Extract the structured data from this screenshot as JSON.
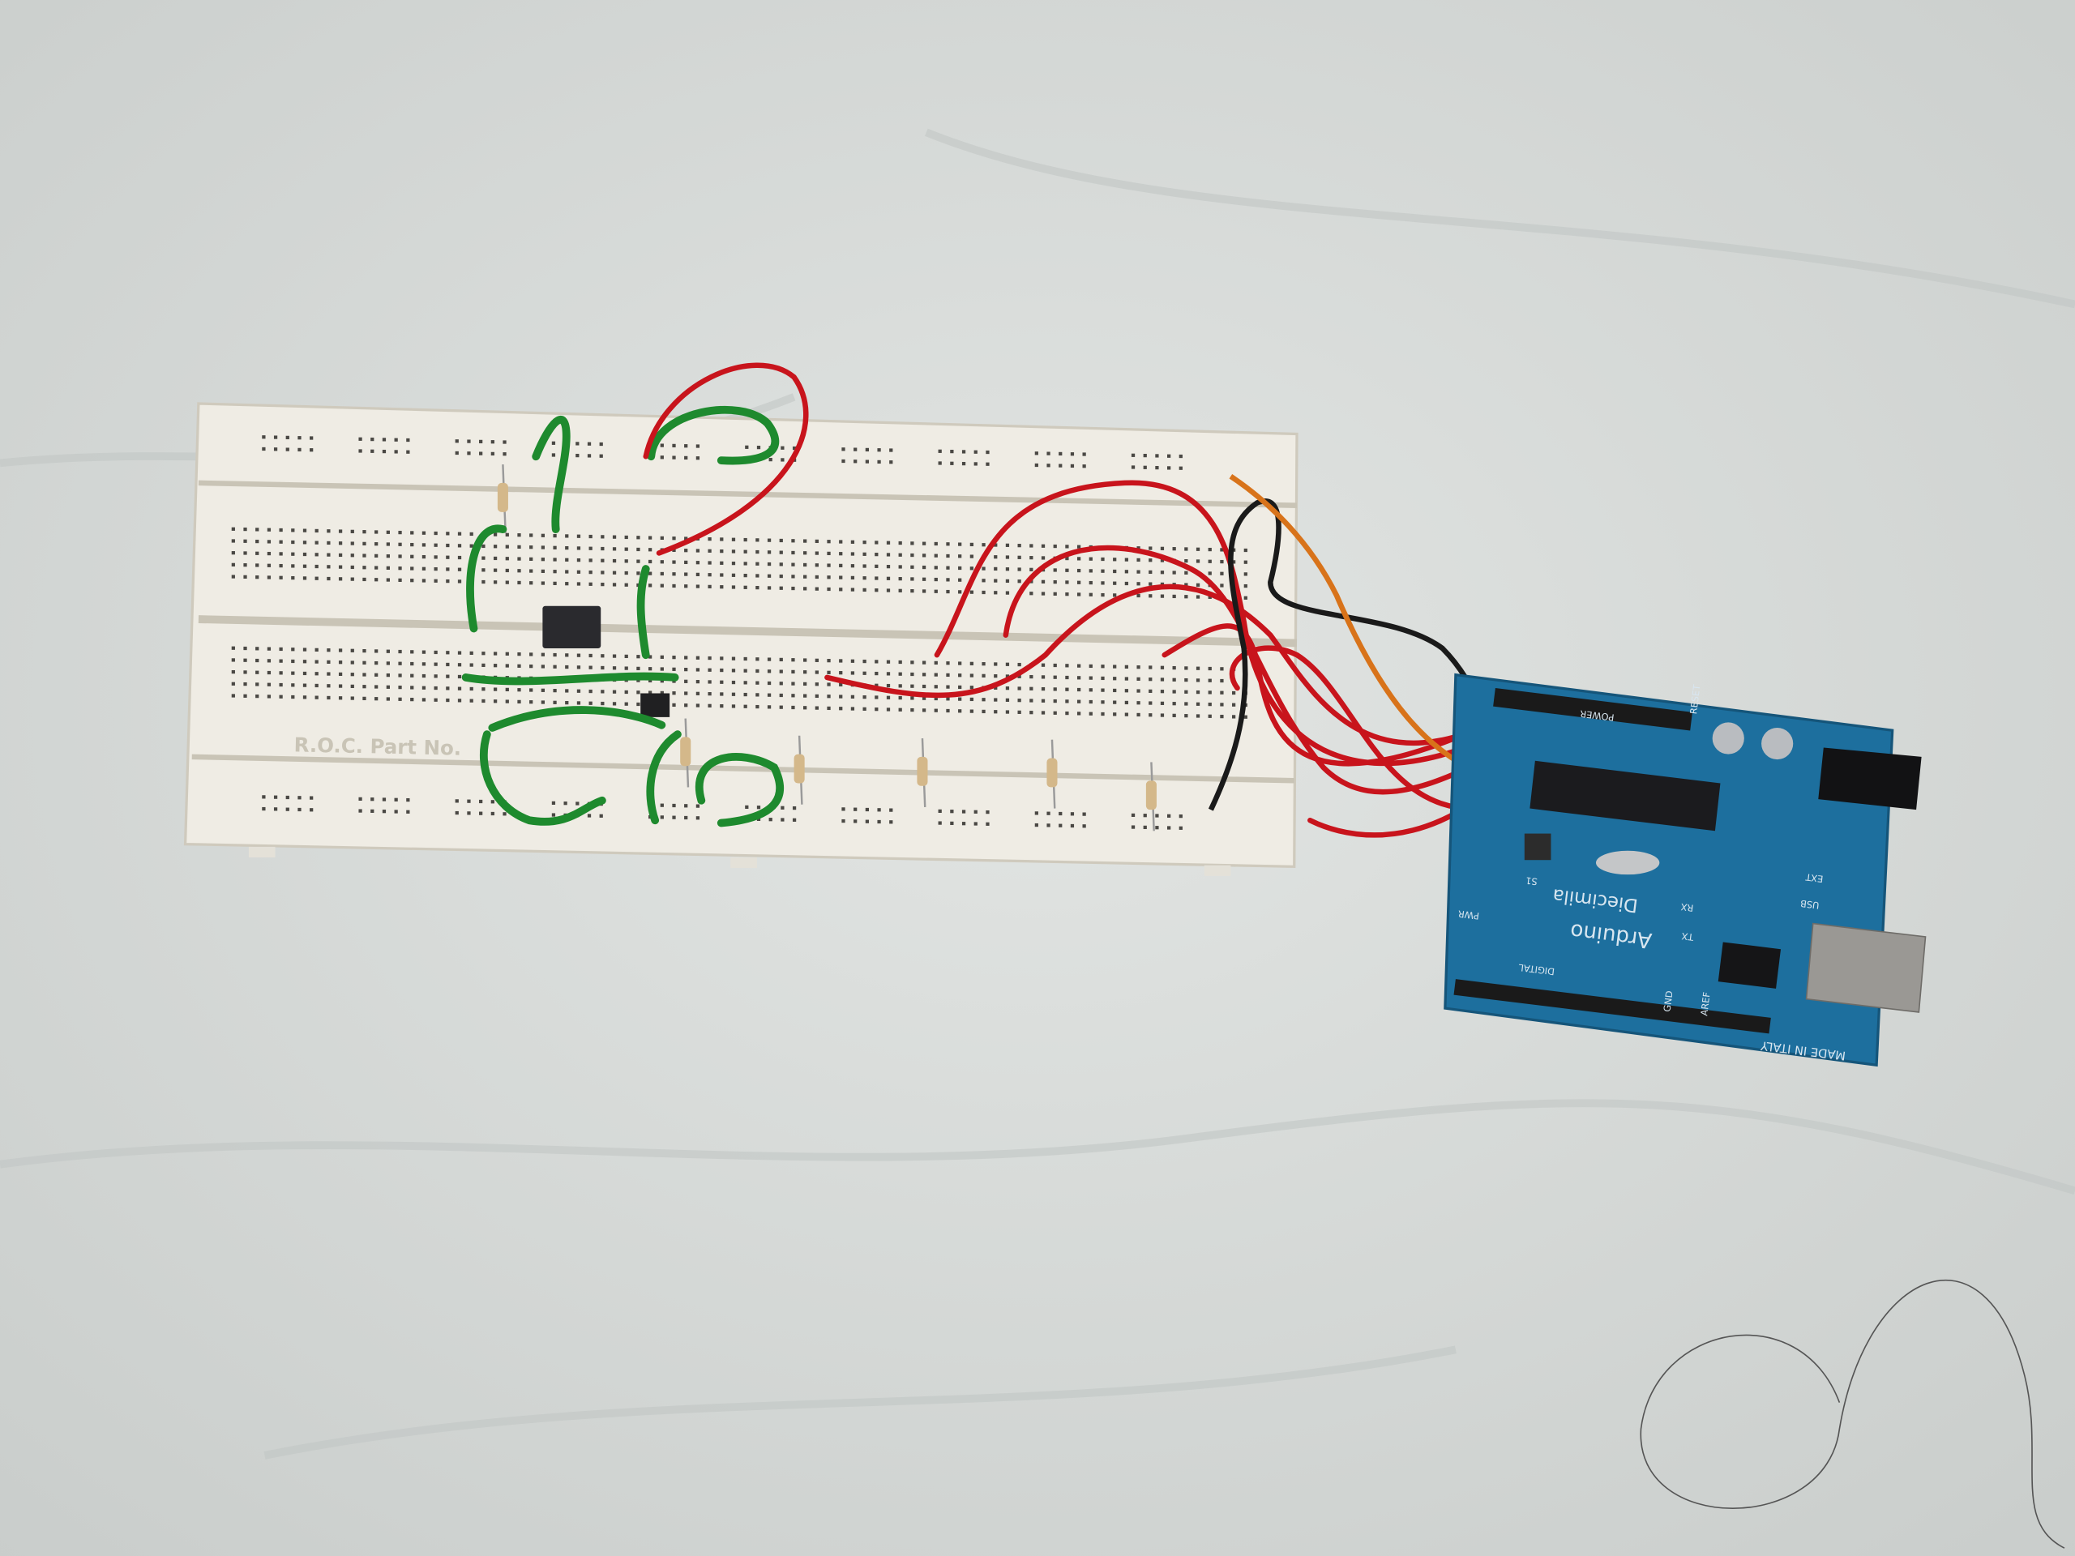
{
  "scene": {
    "background_color": "#d9dcda",
    "breadboard": {
      "color": "#efece4",
      "label": "R.O.C. Part No."
    },
    "arduino": {
      "color": "#1d6f9e",
      "brand": "Arduino",
      "model": "Diecimila",
      "origin": "MADE IN ITALY",
      "labels": [
        "POWER",
        "RESET",
        "DIGITAL",
        "AREF",
        "GND",
        "PWR",
        "USB",
        "EXT",
        "S1",
        "RX",
        "TX"
      ]
    },
    "wire_colors": {
      "green": "#1e8a2e",
      "red": "#c8141c",
      "black": "#1a1a1a",
      "orange": "#d8731a"
    }
  }
}
